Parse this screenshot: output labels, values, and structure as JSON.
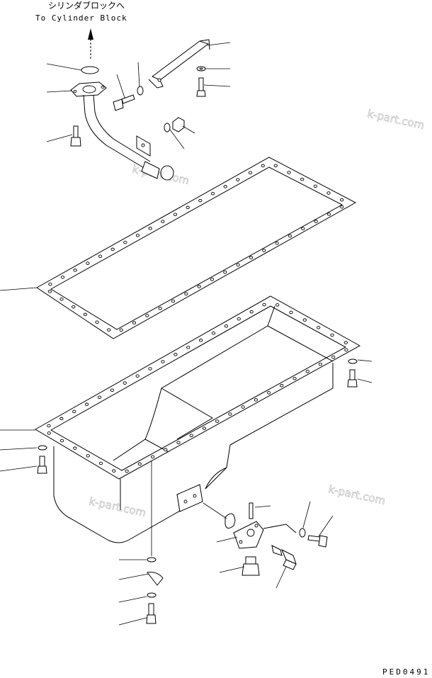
{
  "header": {
    "label_jp": "シリンダブロックへ",
    "label_en": "To Cylinder Block"
  },
  "watermarks": [
    "k-part.com",
    "k-part.com",
    "k-part.com",
    "k-part.com"
  ],
  "figure_code": "PED0491",
  "icons": {
    "arrow": "up-arrow-icon"
  }
}
